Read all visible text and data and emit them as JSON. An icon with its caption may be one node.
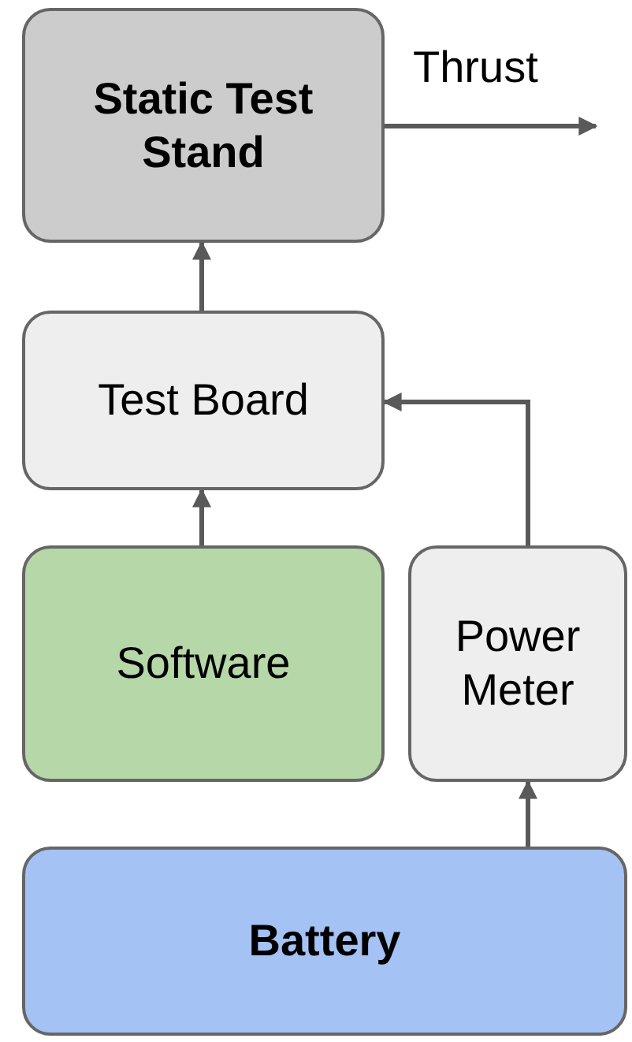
{
  "diagram": {
    "nodes": [
      {
        "text": [
          "Static Test Stand"
        ]
      },
      {
        "text": [
          "Test Board"
        ]
      },
      {
        "text": [
          "Software"
        ]
      },
      {
        "text": [
          "Power Meter"
        ]
      },
      {
        "text": [
          "Battery"
        ]
      }
    ],
    "edges": [
      {
        "from": 0,
        "to": null,
        "arrow": "to",
        "label": "Thrust"
      },
      {
        "from": 1,
        "to": 0,
        "arrow": "to"
      },
      {
        "from": 2,
        "to": 1,
        "arrow": "to"
      },
      {
        "from": 3,
        "to": 1,
        "arrow": "to"
      },
      {
        "from": 4,
        "to": 3,
        "arrow": "to"
      }
    ]
  }
}
